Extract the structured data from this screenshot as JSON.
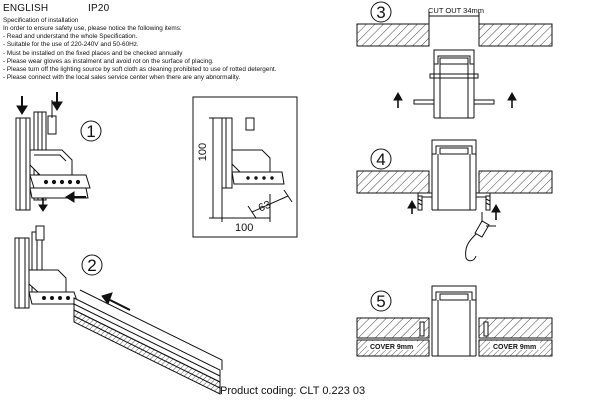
{
  "header": {
    "language": "ENGLISH",
    "ip_rating": "IP20"
  },
  "spec": {
    "title": "Specification of installation",
    "lines": [
      "In order to ensure safety use, please notice the following items:",
      "- Read and understand the whole Specification.",
      "- Suitable for the use of 220-240V and 50-60Hz.",
      "- Must be installed on the fixed places and be checked annually",
      "- Please wear gloves as instalment and avoid rot on the surface of placing.",
      "- Please turn off the lighting source by soft cloth as cleaning prohibited to use of rotted detergent.",
      "- Please connect with the local sales service center when there are any abnormality."
    ]
  },
  "steps": {
    "s1": "1",
    "s2": "2",
    "s3": "3",
    "s4": "4",
    "s5": "5"
  },
  "dimensions": {
    "height": "100",
    "width": "100",
    "depth": "63"
  },
  "cutout": "CUT OUT 34mm",
  "cover_left": "COVER 9mm",
  "cover_right": "COVER 9mm",
  "product_coding": "Product coding: CLT 0.223 03"
}
